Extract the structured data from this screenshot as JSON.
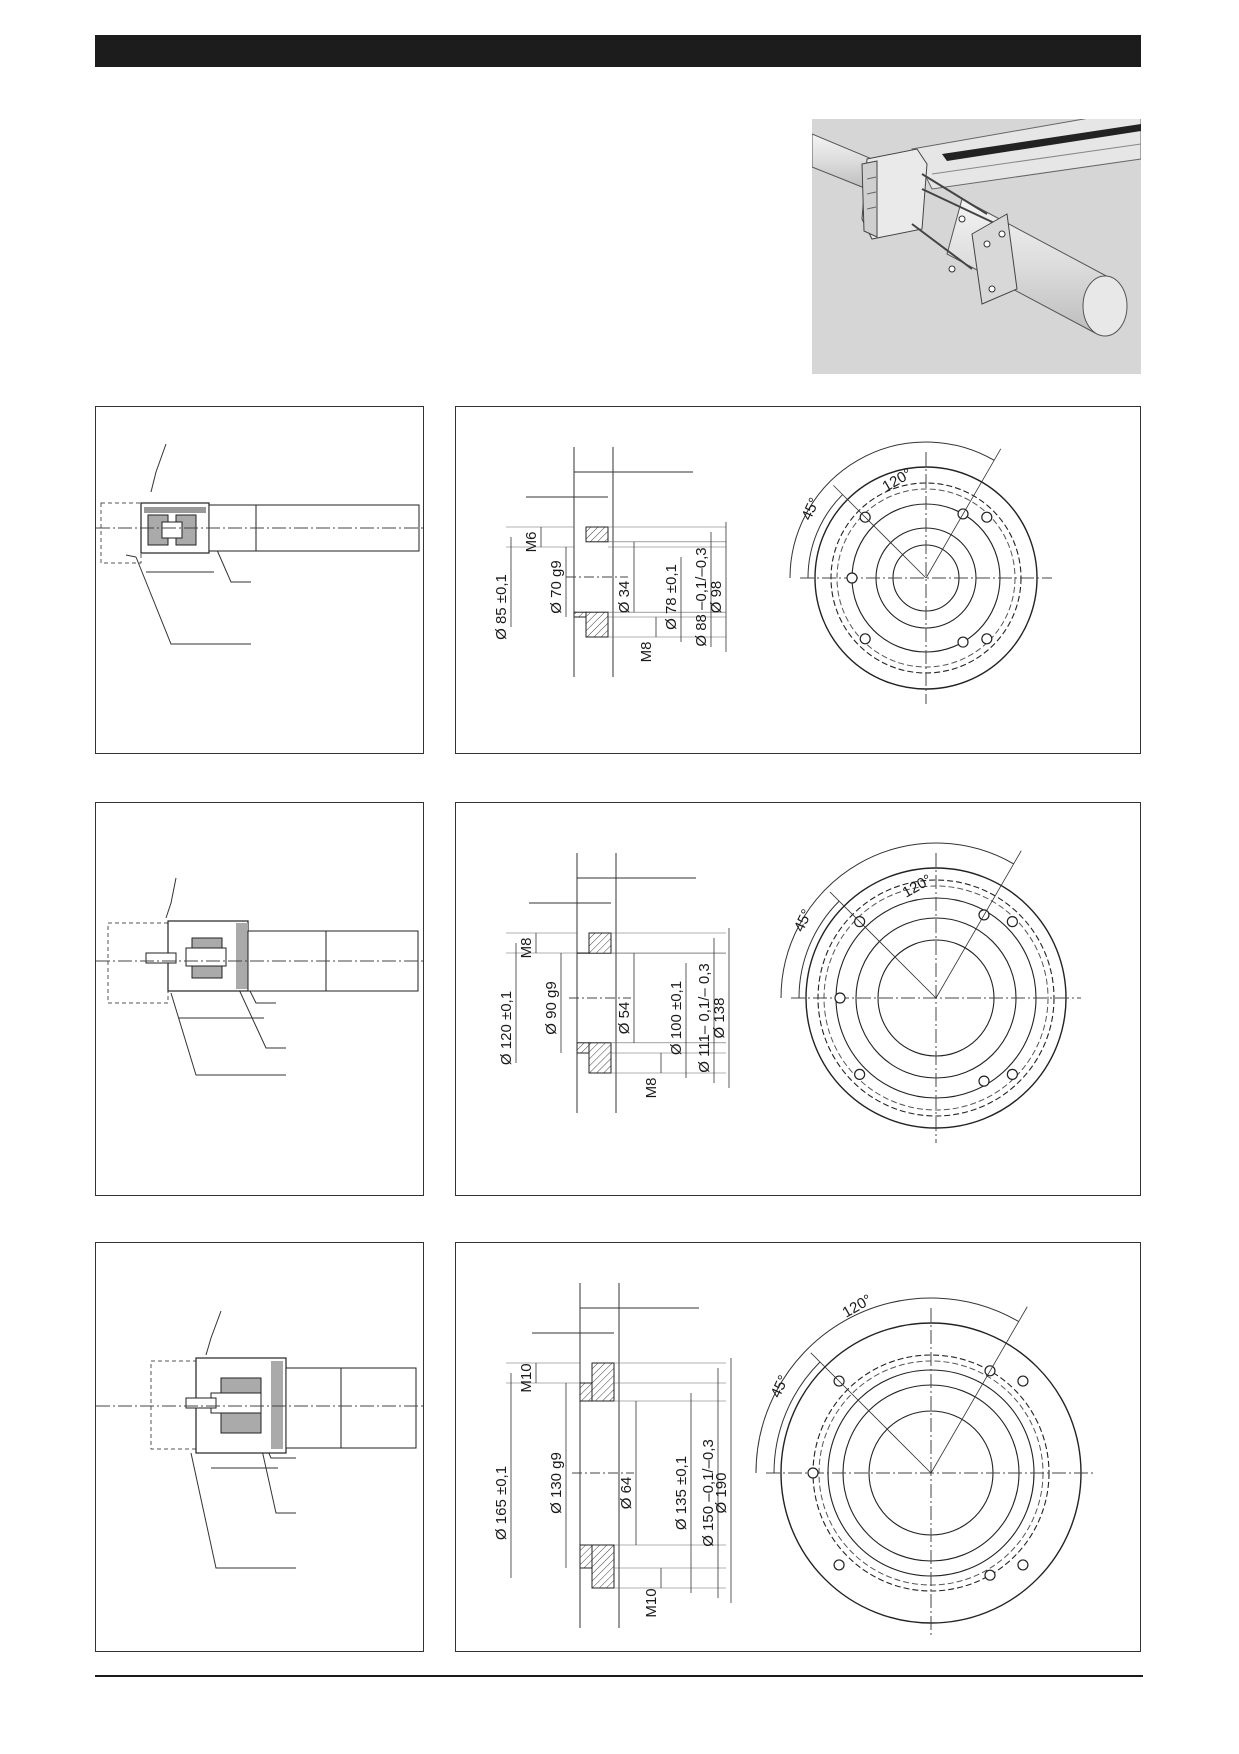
{
  "rows": [
    {
      "dims": {
        "d_pcd": "Ø 85 ±0,1",
        "thread_outer": "M6",
        "d_spigot": "Ø 70 g9",
        "d_bore": "Ø 34",
        "thread_inner": "M8",
        "d_inner_pcd": "Ø 78 ±0,1",
        "d_step": "Ø 88 –0,1/–0,3",
        "d_outer": "Ø 98"
      },
      "angles": {
        "a120": "120°",
        "a45": "45°"
      }
    },
    {
      "dims": {
        "d_pcd": "Ø 120 ±0,1",
        "thread_outer": "M8",
        "d_spigot": "Ø 90 g9",
        "d_bore": "Ø 54",
        "thread_inner": "M8",
        "d_inner_pcd": "Ø 100 ±0,1",
        "d_step": "Ø 111– 0,1/– 0,3",
        "d_outer": "Ø 138"
      },
      "angles": {
        "a120": "120°",
        "a45": "45°"
      }
    },
    {
      "dims": {
        "d_pcd": "Ø 165 ±0,1",
        "thread_outer": "M10",
        "d_spigot": "Ø 130 g9",
        "d_bore": "Ø 64",
        "thread_inner": "M10",
        "d_inner_pcd": "Ø 135 ±0,1",
        "d_step": "Ø 150 –0,1/–0,3",
        "d_outer": "Ø 190"
      },
      "angles": {
        "a120": "120°",
        "a45": "45°"
      }
    }
  ]
}
